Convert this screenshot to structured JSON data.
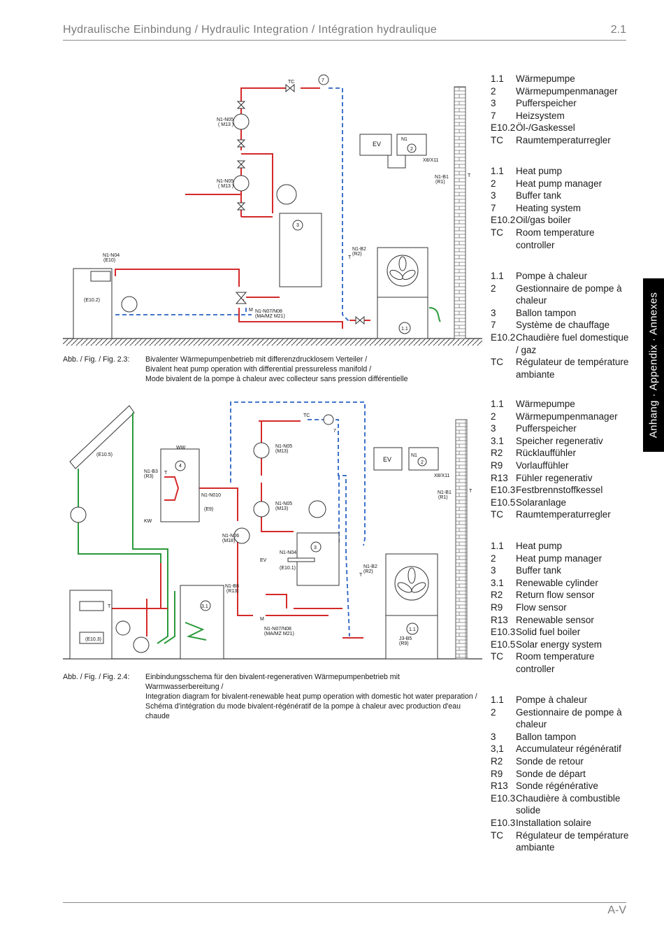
{
  "header": {
    "title": "Hydraulische Einbindung / Hydraulic Integration / Intégration hydraulique",
    "section": "2.1"
  },
  "footer": {
    "page": "A-V"
  },
  "sidetab": {
    "label": "Anhang · Appendix · Annexes"
  },
  "legends": [
    {
      "items": [
        {
          "code": "1.1",
          "text": "Wärmepumpe"
        },
        {
          "code": "2",
          "text": "Wärmepumpenmanager"
        },
        {
          "code": "3",
          "text": "Pufferspeicher"
        },
        {
          "code": "7",
          "text": "Heizsystem"
        },
        {
          "code": "E10.2",
          "text": "Öl-/Gaskessel"
        },
        {
          "code": "TC",
          "text": "Raumtemperaturregler"
        }
      ]
    },
    {
      "items": [
        {
          "code": "1.1",
          "text": "Heat pump"
        },
        {
          "code": "2",
          "text": "Heat pump manager"
        },
        {
          "code": "3",
          "text": "Buffer tank"
        },
        {
          "code": "7",
          "text": "Heating system"
        },
        {
          "code": "E10.2",
          "text": "Oil/gas boiler"
        },
        {
          "code": "TC",
          "text": "Room temperature controller"
        }
      ]
    },
    {
      "items": [
        {
          "code": "1.1",
          "text": "Pompe à chaleur"
        },
        {
          "code": "2",
          "text": "Gestionnaire de pompe à chaleur"
        },
        {
          "code": "3",
          "text": "Ballon tampon"
        },
        {
          "code": "7",
          "text": "Système de chauffage"
        },
        {
          "code": "E10.2",
          "text": "Chaudière fuel domestique / gaz"
        },
        {
          "code": "TC",
          "text": "Régulateur de température ambiante"
        }
      ]
    },
    {
      "items": [
        {
          "code": "1.1",
          "text": "Wärmepumpe"
        },
        {
          "code": "2",
          "text": "Wärmepumpenmanager"
        },
        {
          "code": "3",
          "text": "Pufferspeicher"
        },
        {
          "code": "3.1",
          "text": "Speicher regenerativ"
        },
        {
          "code": "R2",
          "text": "Rücklauffühler"
        },
        {
          "code": "R9",
          "text": "Vorlauffühler"
        },
        {
          "code": "R13",
          "text": "Fühler regenerativ"
        },
        {
          "code": "E10.3",
          "text": "Festbrennstoffkessel"
        },
        {
          "code": "E10.5",
          "text": "Solaranlage"
        },
        {
          "code": "TC",
          "text": "Raumtemperaturregler"
        }
      ]
    },
    {
      "items": [
        {
          "code": "1.1",
          "text": "Heat pump"
        },
        {
          "code": "2",
          "text": "Heat pump manager"
        },
        {
          "code": "3",
          "text": "Buffer tank"
        },
        {
          "code": "3.1",
          "text": "Renewable cylinder"
        },
        {
          "code": "R2",
          "text": "Return flow sensor"
        },
        {
          "code": "R9",
          "text": "Flow sensor"
        },
        {
          "code": "R13",
          "text": "Renewable sensor"
        },
        {
          "code": "E10.3",
          "text": "Solid fuel boiler"
        },
        {
          "code": "E10.5",
          "text": "Solar energy system"
        },
        {
          "code": "TC",
          "text": "Room temperature controller"
        }
      ]
    },
    {
      "items": [
        {
          "code": "1.1",
          "text": "Pompe à chaleur"
        },
        {
          "code": "2",
          "text": "Gestionnaire de pompe à chaleur"
        },
        {
          "code": "3",
          "text": "Ballon tampon"
        },
        {
          "code": "3,1",
          "text": "Accumulateur régénératif"
        },
        {
          "code": "R2",
          "text": "Sonde de retour"
        },
        {
          "code": "R9",
          "text": "Sonde de départ"
        },
        {
          "code": "R13",
          "text": "Sonde régénérative"
        },
        {
          "code": "E10.3",
          "text": "Chaudière à combustible solide"
        },
        {
          "code": "E10.3",
          "text": "Installation solaire"
        },
        {
          "code": "TC",
          "text": "Régulateur de température ambiante"
        }
      ]
    }
  ],
  "fig1": {
    "caption_label": "Abb. / Fig. / Fig. 2.3:",
    "caption_lines": [
      "Bivalenter Wärmepumpenbetrieb mit differenzdrucklosem Verteiler /",
      "Bivalent heat pump operation with differential pressureless manifold /",
      "Mode bivalent de la pompe à chaleur avec collecteur sans pression différentielle"
    ],
    "labels": {
      "tc": "TC",
      "seven": "7",
      "ev": "EV",
      "n1": "N1",
      "two": "2",
      "x8": "X8/X11",
      "n1b1a": "N1-B1",
      "n1b1b": "(R1)",
      "t1": "T",
      "n1n05a": "N1-N05",
      "n1n05b": "( M13 )",
      "n1n05c": "N1-N05",
      "n1n05d": "( M13 )",
      "three": "3",
      "n1n04a": "N1-N04",
      "n1n04b": "(E10)",
      "e102": "(E10.2)",
      "n1b2a": "N1-B2",
      "n1b2b": "(R2)",
      "t2": "T",
      "m": "M",
      "n1n07a": "N1-N07/N08",
      "n1n07b": "(MA/MZ M21)",
      "hp": "1.1"
    }
  },
  "fig2": {
    "caption_label": "Abb. / Fig. / Fig. 2.4:",
    "caption_lines": [
      "Einbindungsschema für den bivalent-regenerativen Wärmepumpenbetrieb mit",
      "Warmwasserbereitung /",
      "Integration diagram for bivalent-renewable heat pump operation with domestic hot water preparation /",
      "Schéma d'intégration du mode bivalent-régénératif de la pompe à chaleur avec production d'eau",
      "chaude"
    ],
    "labels": {
      "e105": "(E10.5)",
      "ww": "WW",
      "four": "4",
      "n1b3a": "N1-B3",
      "n1b3b": "(R3)",
      "t3": "T",
      "n1n010": "N1-N010",
      "e9": "(E9)",
      "kw": "KW",
      "tc": "TC",
      "seven": "7",
      "n1n05a": "N1-N05",
      "n1n05b": "(M13)",
      "n1n05c": "N1-N05",
      "n1n05d": "(M13)",
      "ev": "EV",
      "n1": "N1",
      "two": "2",
      "x8": "X8/X11",
      "n1b1a": "N1-B1",
      "n1b1b": "(R1)",
      "t1": "T",
      "n1n06a": "N1-N06",
      "n1n06b": "(M18)",
      "three": "3",
      "evb": "EV",
      "n1n04": "N1-N04",
      "e101": "(E10.1)",
      "n1b2a": "N1-B2",
      "n1b2b": "(R2)",
      "t2": "T",
      "n1b8a": "N1-B8",
      "n1b8b": "(R13)",
      "thirtyone": "3.1",
      "t4": "T",
      "e103": "(E10.3)",
      "m": "M",
      "n1n07a": "N1-N07/N08",
      "n1n07b": "(MA/MZ M21)",
      "hp": "1.1",
      "j3a": "J3-B5",
      "j3b": "(R9)"
    }
  }
}
